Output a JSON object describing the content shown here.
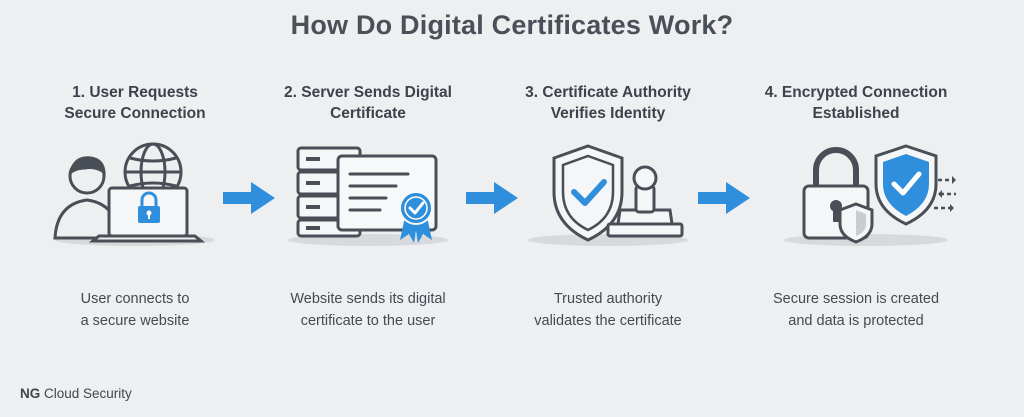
{
  "title": "How Do Digital Certificates Work?",
  "steps": [
    {
      "title_line1": "1. User Requests",
      "title_line2": "Secure Connection",
      "desc_line1": "User connects to",
      "desc_line2": "a secure website",
      "icon": "user-laptop-globe-lock-icon"
    },
    {
      "title_line1": "2. Server Sends Digital",
      "title_line2": "Certificate",
      "desc_line1": "Website sends its digital",
      "desc_line2": "certificate to the user",
      "icon": "server-certificate-icon"
    },
    {
      "title_line1": "3. Certificate Authority",
      "title_line2": "Verifies Identity",
      "desc_line1": "Trusted authority",
      "desc_line2": "validates the certificate",
      "icon": "shield-stamp-icon"
    },
    {
      "title_line1": "4. Encrypted Connection",
      "title_line2": "Established",
      "desc_line1": "Secure session is created",
      "desc_line2": "and data is protected",
      "icon": "padlock-shield-icon"
    }
  ],
  "footer": {
    "brand": "NG",
    "text": " Cloud Security"
  },
  "colors": {
    "accent": "#2f8fdc",
    "outline": "#4a4f57",
    "background": "#eeeff1"
  }
}
